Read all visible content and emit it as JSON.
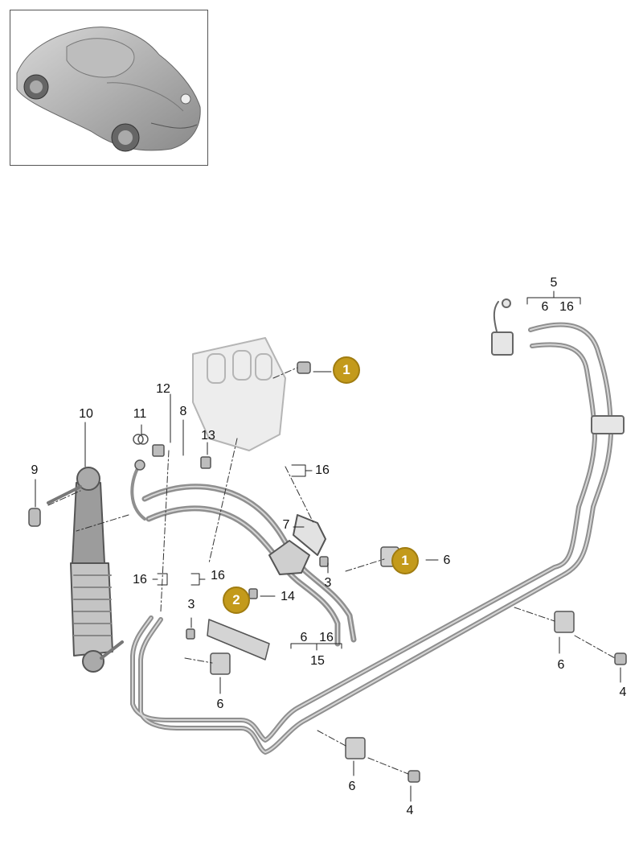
{
  "thumbnail": {
    "icon": "car-thumbnail"
  },
  "callouts": [
    {
      "label": "5"
    },
    {
      "label": "6"
    },
    {
      "label": "16"
    },
    {
      "label": "12"
    },
    {
      "label": "11"
    },
    {
      "label": "10"
    },
    {
      "label": "8"
    },
    {
      "label": "13"
    },
    {
      "label": "9"
    },
    {
      "label": "16"
    },
    {
      "label": "7"
    },
    {
      "label": "6"
    },
    {
      "label": "3"
    },
    {
      "label": "16"
    },
    {
      "label": "16"
    },
    {
      "label": "14"
    },
    {
      "label": "3"
    },
    {
      "label": "6"
    },
    {
      "label": "16"
    },
    {
      "label": "15"
    },
    {
      "label": "6"
    },
    {
      "label": "6"
    },
    {
      "label": "4"
    },
    {
      "label": "6"
    },
    {
      "label": "4"
    }
  ],
  "badges": [
    {
      "label": "1"
    },
    {
      "label": "1"
    },
    {
      "label": "2"
    }
  ],
  "colors": {
    "badge": "#c39a1b",
    "pipe": "#8f8f8f",
    "ink": "#111111"
  }
}
